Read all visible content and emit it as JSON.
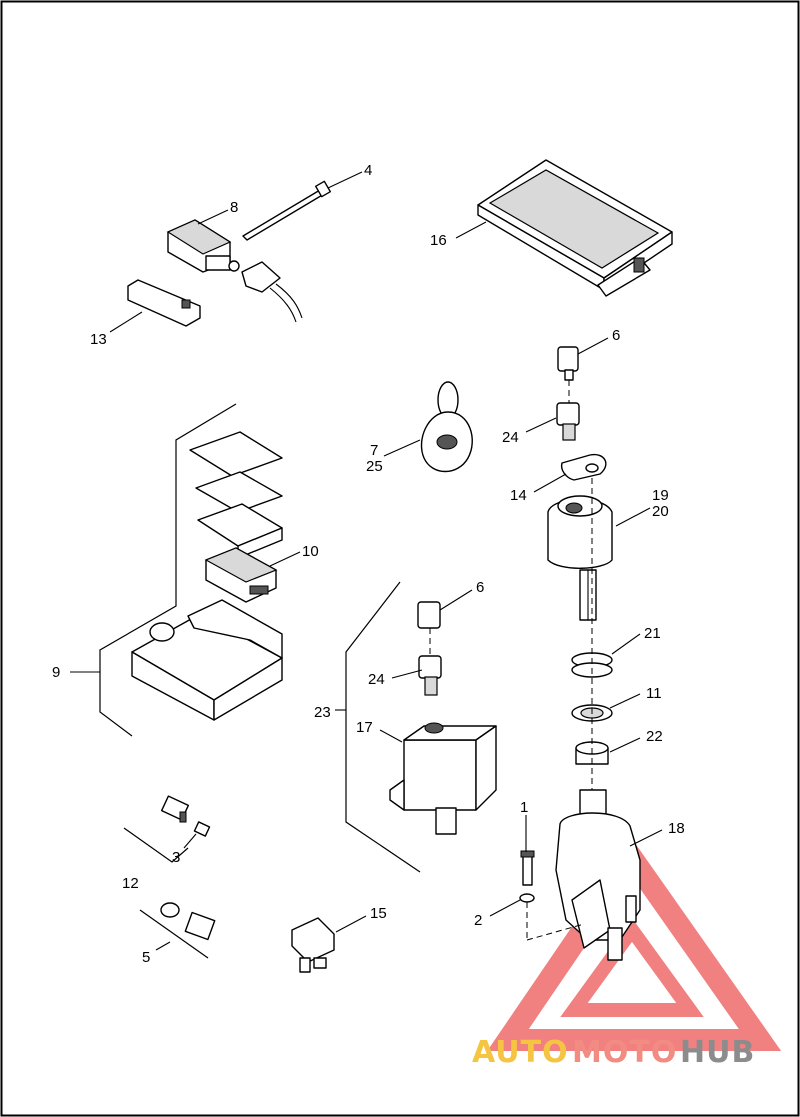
{
  "callouts": {
    "c1": "1",
    "c2": "2",
    "c3": "3",
    "c4": "4",
    "c5": "5",
    "c6a": "6",
    "c6b": "6",
    "c7": "7",
    "c8": "8",
    "c9": "9",
    "c10": "10",
    "c11": "11",
    "c12": "12",
    "c13": "13",
    "c14": "14",
    "c15": "15",
    "c16": "16",
    "c17": "17",
    "c18": "18",
    "c19": "19",
    "c20": "20",
    "c21": "21",
    "c22": "22",
    "c23": "23",
    "c24a": "24",
    "c24b": "24",
    "c25": "25"
  },
  "watermark": {
    "auto": "AUTO",
    "moto": "MOTO",
    "hub": "HUB",
    "colors": {
      "auto": "#f5c542",
      "moto": "#f28b82",
      "hub": "#8c8c8c",
      "triangle": "#ef6b6b"
    }
  }
}
